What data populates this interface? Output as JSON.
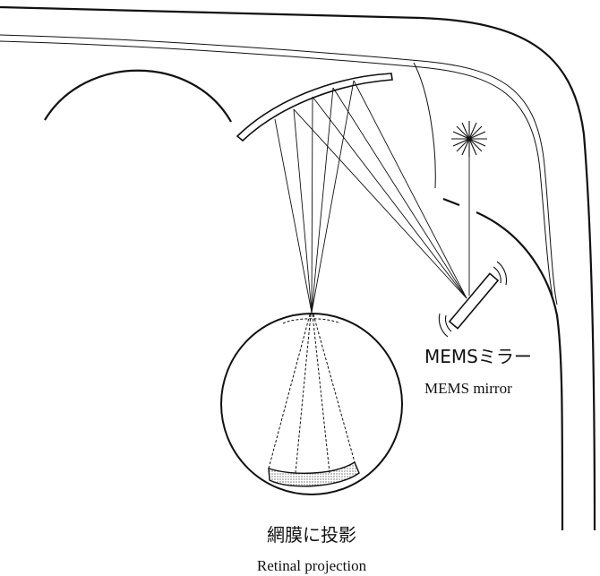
{
  "labels": {
    "mems_mirror_ja": "MEMSミラー",
    "mems_mirror_en": "MEMS mirror",
    "retinal_projection_ja": "網膜に投影",
    "retinal_projection_en": "Retinal projection"
  },
  "colors": {
    "line": "#111111",
    "background": "#ffffff"
  },
  "icons": {
    "light_source": "starburst-icon",
    "mirror_vibration": "vibration-arcs-icon"
  }
}
